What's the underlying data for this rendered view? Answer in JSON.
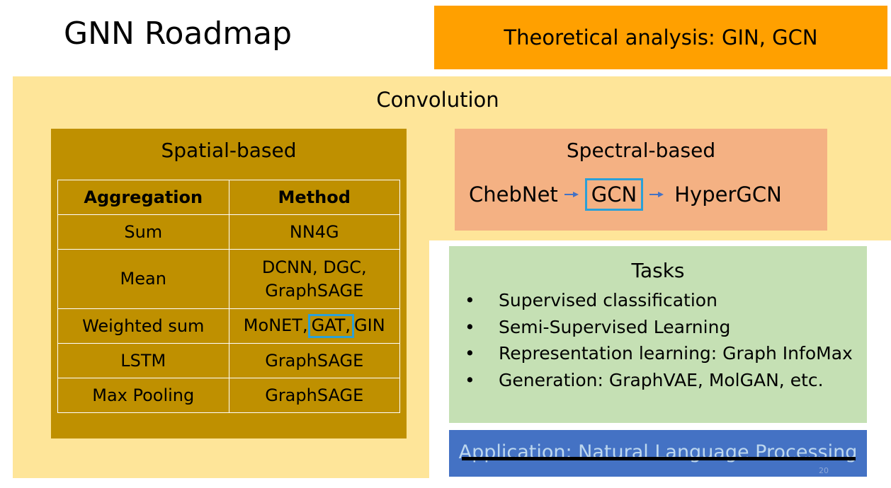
{
  "title": "GNN Roadmap",
  "theory": "Theoretical analysis: GIN, GCN",
  "convolution": {
    "title": "Convolution",
    "spatial": {
      "title": "Spatial-based",
      "headers": [
        "Aggregation",
        "Method"
      ],
      "rows": [
        {
          "aggregation": "Sum",
          "method": "NN4G"
        },
        {
          "aggregation": "Mean",
          "method_line1": "DCNN, DGC,",
          "method_line2": "GraphSAGE"
        },
        {
          "aggregation": "Weighted sum",
          "method_pre": "MoNET,",
          "method_hl": "GAT,",
          "method_post": "GIN"
        },
        {
          "aggregation": "LSTM",
          "method": "GraphSAGE"
        },
        {
          "aggregation": "Max Pooling",
          "method": "GraphSAGE"
        }
      ]
    },
    "spectral": {
      "title": "Spectral-based",
      "chain": [
        "ChebNet",
        "GCN",
        "HyperGCN"
      ]
    }
  },
  "tasks": {
    "title": "Tasks",
    "items": [
      "Supervised classification",
      "Semi-Supervised Learning",
      "Representation learning: Graph InfoMax",
      "Generation: GraphVAE, MolGAN, etc."
    ]
  },
  "application": "Application: Natural Language Processing",
  "page_number": "20",
  "colors": {
    "theory_bg": "#ffa000",
    "convolution_bg": "#fee599",
    "spatial_bg": "#bf9000",
    "spectral_bg": "#f4b183",
    "tasks_bg": "#c5e0b4",
    "application_bg": "#4472c4",
    "highlight": "#2aa0d8",
    "arrow": "#4472c4"
  }
}
